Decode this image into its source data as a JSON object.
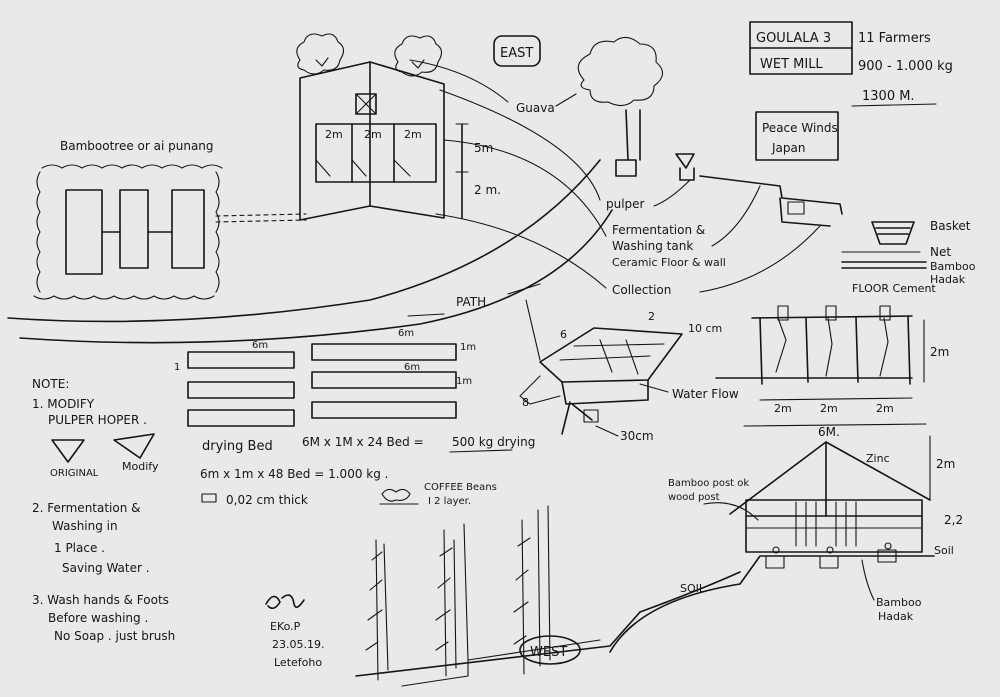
{
  "title_box": {
    "name": "GOULALA 3",
    "sub": "WET MILL"
  },
  "stats": {
    "farmers": "11 Farmers",
    "capacity": "900 - 1.000 kg",
    "altitude": "1300 M."
  },
  "east_label": "EAST",
  "west_label": "WEST",
  "sponsor": {
    "line1": "Peace Winds",
    "line2": "Japan"
  },
  "bamboo_note": "Bambootree or ai punang",
  "guava_label": "Guava",
  "path_label": "PATH",
  "building_dims": {
    "bay1": "2m",
    "bay2": "2m",
    "bay3": "2m",
    "height_upper": "5m",
    "height_lower": "2 m."
  },
  "process_labels": {
    "pulper": "pulper",
    "fermentation": "Fermentation &",
    "washing": "Washing tank",
    "floor": "Ceramic Floor & wall",
    "collection": "Collection"
  },
  "legend": {
    "basket": "Basket",
    "net": "Net",
    "bamboo": "Bamboo",
    "hadak": "Hadak",
    "floor": "FLOOR Cement"
  },
  "beds": {
    "six_m_a": "6m",
    "six_m_b": "6m",
    "six_m_c": "6m",
    "one_m_a": "1m",
    "one_m_b": "1m",
    "one": "1"
  },
  "drying": {
    "formula_prefix": "drying Bed",
    "formula_mid": "6M x 1M x 24 Bed =",
    "formula_result": "500 kg drying",
    "formula2": "6m x 1m x 48 Bed = 1.000 kg .",
    "thick": "0,02 cm thick",
    "coffee_line1": "COFFEE Beans",
    "coffee_line2": "I 2 layer."
  },
  "tank": {
    "six": "6",
    "top": "2",
    "ten_cm": "10 cm",
    "eight": "8",
    "thirty_cm": "30cm",
    "water_flow": "Water Flow"
  },
  "tank_elev": {
    "two_m": "2m",
    "bay1": "2m",
    "bay2": "2m",
    "bay3": "2m"
  },
  "house": {
    "six_m": "6M.",
    "zinc": "Zinc",
    "two_m": "2m",
    "two_two": "2,2",
    "soil_right": "Soil",
    "soil_left": "SOIL",
    "post_note_1": "Bamboo post ok",
    "post_note_2": "wood post",
    "bamboo": "Bamboo",
    "hadak": "Hadak"
  },
  "notes": {
    "heading": "NOTE:",
    "n1_line1": "1. MODIFY",
    "n1_line2": "PULPER HOPER .",
    "original": "ORIGINAL",
    "modify": "Modify",
    "n2_line1": "2. Fermentation &",
    "n2_line2": "Washing in",
    "n2_line3": "1 Place .",
    "n2_line4": "Saving Water .",
    "n3_line1": "3. Wash hands & Foots",
    "n3_line2": "Before washing .",
    "n3_line3": "No Soap . just brush"
  },
  "signature": {
    "initials": "EKo.P",
    "date": "23.05.19.",
    "place": "Letefoho"
  }
}
